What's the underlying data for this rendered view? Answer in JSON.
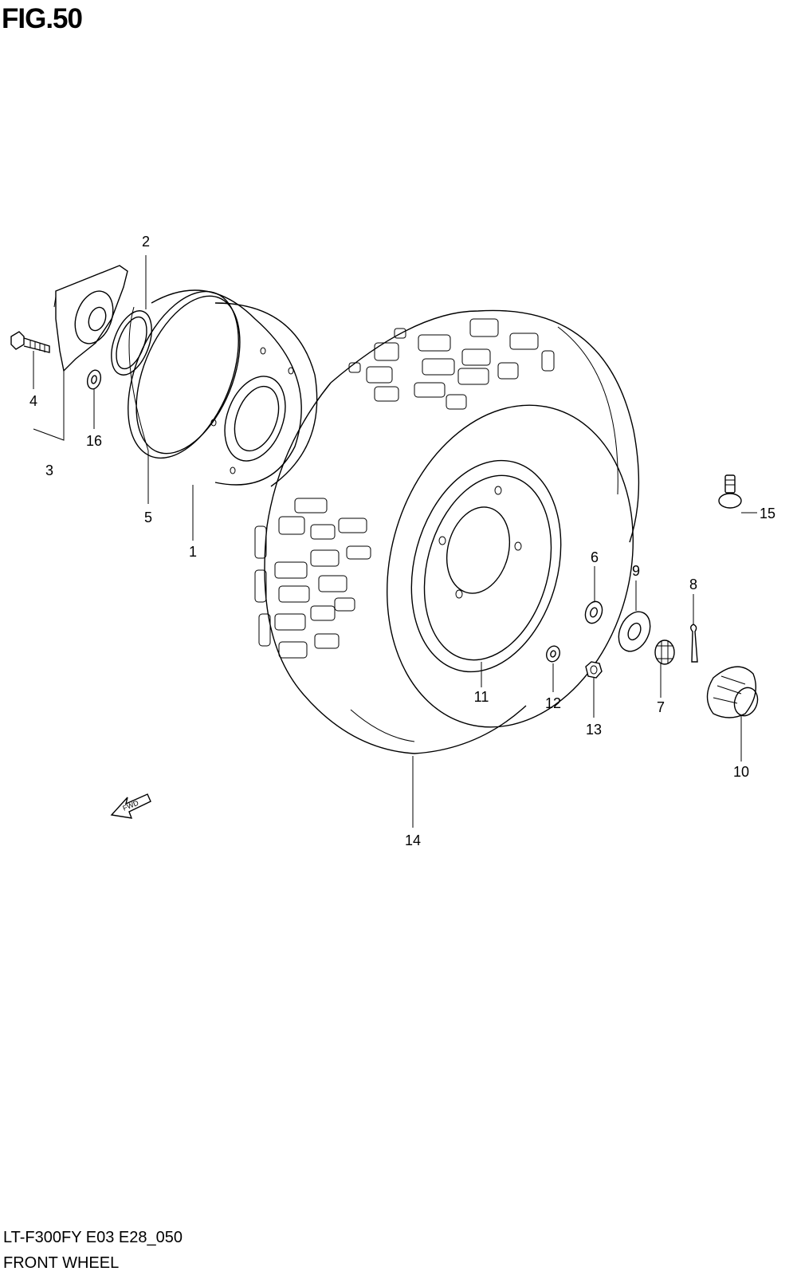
{
  "figure": {
    "title": "FIG.50",
    "model_code": "LT-F300FY E03 E28_050",
    "caption": "FRONT WHEEL"
  },
  "direction_marker": "FWD",
  "callouts": [
    {
      "id": "c1",
      "label": "1"
    },
    {
      "id": "c2",
      "label": "2"
    },
    {
      "id": "c3",
      "label": "3"
    },
    {
      "id": "c4",
      "label": "4"
    },
    {
      "id": "c5",
      "label": "5"
    },
    {
      "id": "c6",
      "label": "6"
    },
    {
      "id": "c7",
      "label": "7"
    },
    {
      "id": "c8",
      "label": "8"
    },
    {
      "id": "c9",
      "label": "9"
    },
    {
      "id": "c10",
      "label": "10"
    },
    {
      "id": "c11",
      "label": "11"
    },
    {
      "id": "c12",
      "label": "12"
    },
    {
      "id": "c13",
      "label": "13"
    },
    {
      "id": "c14",
      "label": "14"
    },
    {
      "id": "c15",
      "label": "15"
    },
    {
      "id": "c16",
      "label": "16"
    }
  ]
}
